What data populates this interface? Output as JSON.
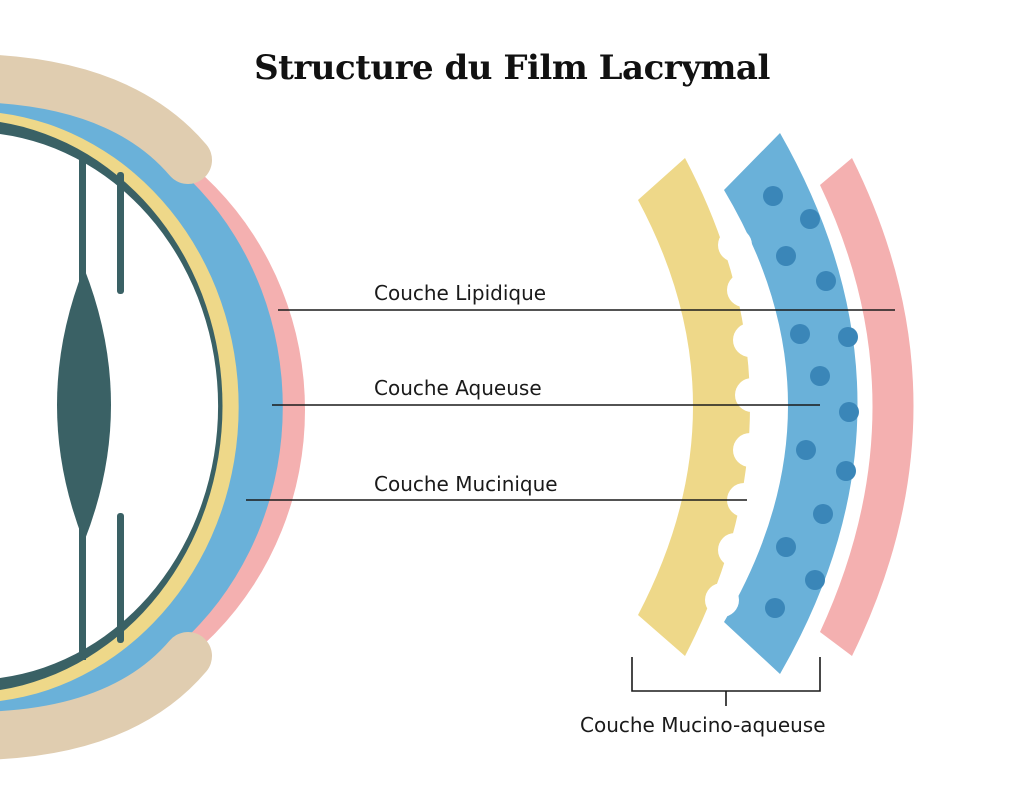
{
  "title": "Structure du Film Lacrymal",
  "labels": {
    "lipid": "Couche Lipidique",
    "aqueous": "Couche Aqueuse",
    "mucin": "Couche Mucinique",
    "mucoaqueous": "Couche Mucino-aqueuse"
  },
  "colors": {
    "eyelid": "#e0cdb0",
    "lipid_layer": "#f4b0b0",
    "aqueous_layer": "#6ab1d9",
    "aqueous_dots": "#3a86b8",
    "mucin_layer": "#eed889",
    "eye_structure": "#3a6165",
    "leader_lines": "#1a1a1a"
  }
}
